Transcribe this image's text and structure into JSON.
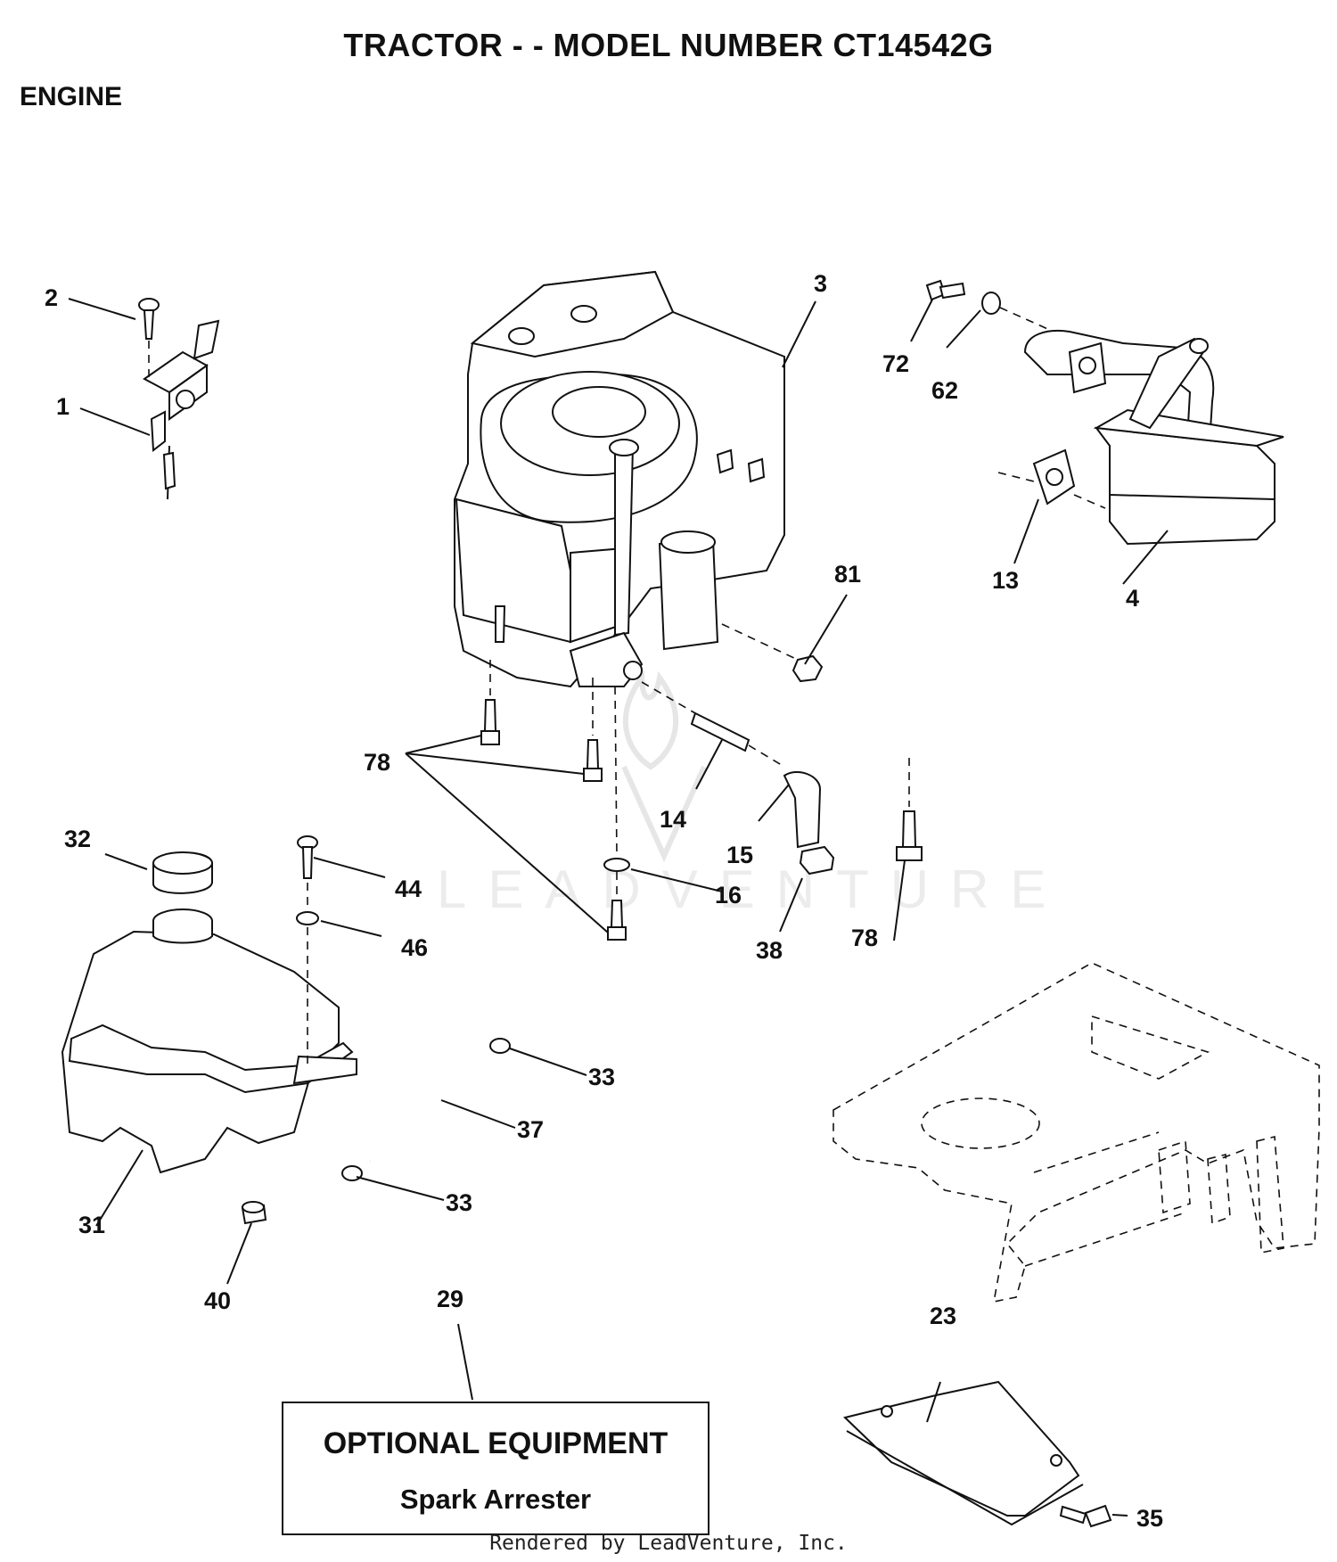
{
  "header": {
    "title": "TRACTOR - - MODEL NUMBER CT14542G",
    "section": "ENGINE"
  },
  "callouts": {
    "c1": "1",
    "c2": "2",
    "c3": "3",
    "c4": "4",
    "c13": "13",
    "c14": "14",
    "c15": "15",
    "c16": "16",
    "c23": "23",
    "c29": "29",
    "c31": "31",
    "c32": "32",
    "c33a": "33",
    "c33b": "33",
    "c35": "35",
    "c37": "37",
    "c38": "38",
    "c40": "40",
    "c44": "44",
    "c46": "46",
    "c62": "62",
    "c72": "72",
    "c78a": "78",
    "c78b": "78",
    "c81": "81"
  },
  "optional_box": {
    "heading": "OPTIONAL EQUIPMENT",
    "item": "Spark Arrester"
  },
  "watermark": "LEADVENTURE",
  "footer": "Rendered by LeadVenture, Inc."
}
